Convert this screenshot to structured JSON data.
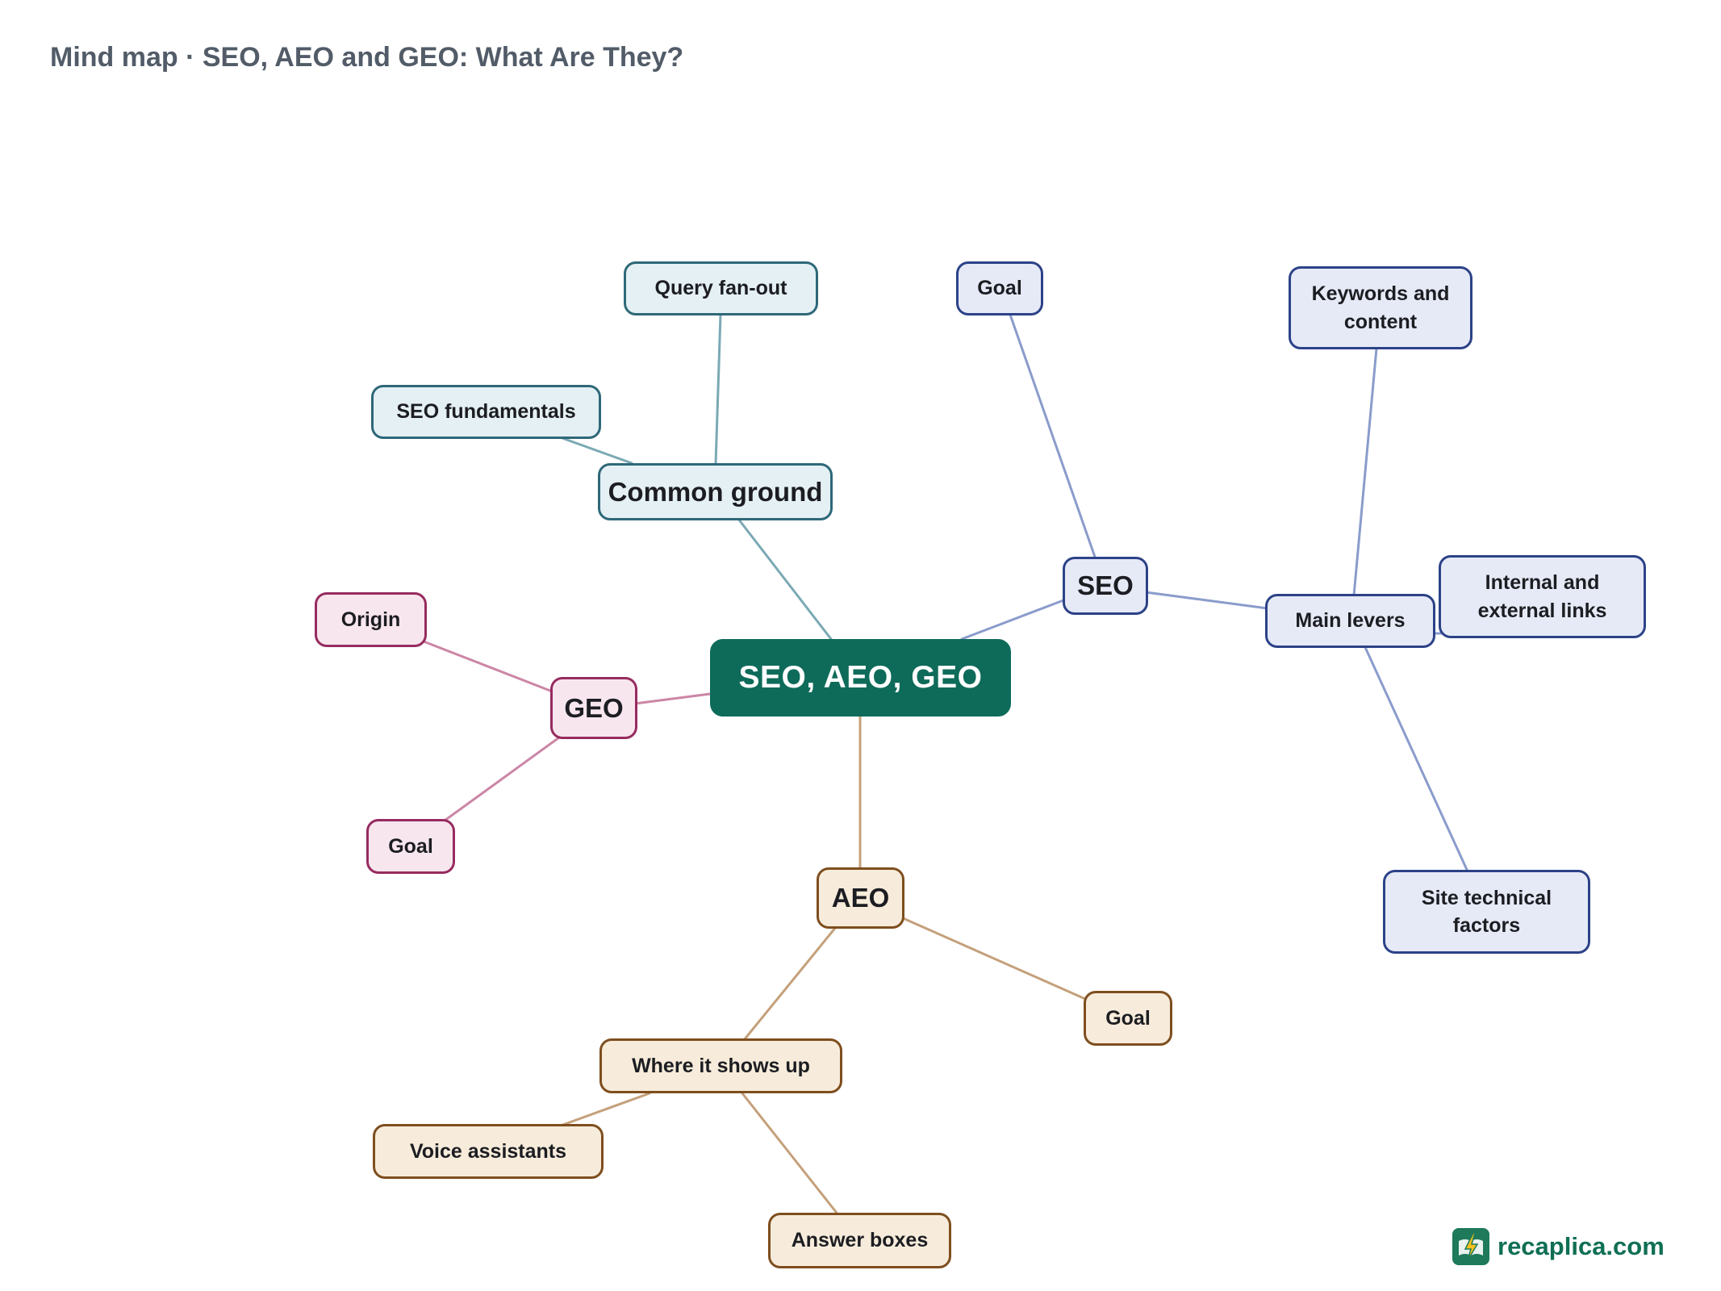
{
  "title": "Mind map · SEO, AEO and GEO: What Are They?",
  "colors": {
    "root": "#0e6b5a",
    "common": "#2e6878",
    "seo": "#2c4288",
    "geo": "#962c60",
    "aeo": "#7e4e1e",
    "edge_common": "#7aa9b4",
    "edge_seo": "#8a9ccc",
    "edge_geo": "#cc86a6",
    "edge_aeo": "#c4a07a"
  },
  "nodes": {
    "root": "SEO, AEO, GEO",
    "common_ground": "Common ground",
    "query_fan_out": "Query fan-out",
    "seo_fundamentals": "SEO fundamentals",
    "seo": "SEO",
    "seo_goal": "Goal",
    "main_levers": "Main levers",
    "keywords_content": "Keywords and\ncontent",
    "links": "Internal and\nexternal links",
    "site_technical": "Site technical\nfactors",
    "geo": "GEO",
    "geo_origin": "Origin",
    "geo_goal": "Goal",
    "aeo": "AEO",
    "aeo_goal": "Goal",
    "where_it_shows_up": "Where it shows up",
    "voice_assistants": "Voice assistants",
    "answer_boxes": "Answer boxes"
  },
  "brand": {
    "text": "recaplica.com",
    "icon": "lightning-book-icon"
  }
}
